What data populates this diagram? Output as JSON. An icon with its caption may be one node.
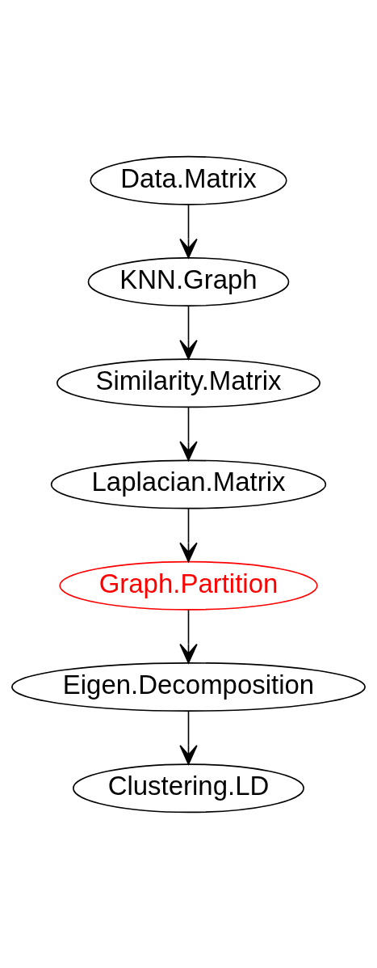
{
  "diagram": {
    "nodes": [
      {
        "text": [
          "Data.Matrix"
        ]
      },
      {
        "text": [
          "KNN.Graph"
        ]
      },
      {
        "text": [
          "Similarity.Matrix"
        ]
      },
      {
        "text": [
          "Laplacian.Matrix"
        ]
      },
      {
        "text": [
          "Graph.Partition"
        ]
      },
      {
        "text": [
          "Eigen.Decomposition"
        ]
      },
      {
        "text": [
          "Clustering.LD"
        ]
      }
    ],
    "edges": [
      {
        "from": 0,
        "to": 1,
        "arrow": "to"
      },
      {
        "from": 1,
        "to": 2,
        "arrow": "to"
      },
      {
        "from": 2,
        "to": 3,
        "arrow": "to"
      },
      {
        "from": 3,
        "to": 4,
        "arrow": "to"
      },
      {
        "from": 4,
        "to": 5,
        "arrow": "to"
      },
      {
        "from": 5,
        "to": 6,
        "arrow": "to"
      }
    ]
  }
}
